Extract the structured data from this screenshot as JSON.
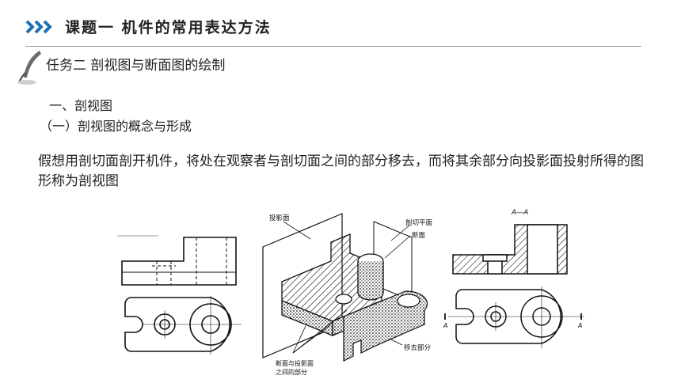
{
  "header": {
    "title": "课题一    机件的常用表达方法"
  },
  "task": {
    "title": "任务二   剖视图与断面图的绘制"
  },
  "section": {
    "heading": "一、剖视图",
    "subheading": "（一）剖视图的概念与形成"
  },
  "body": {
    "paragraph": "假想用剖切面剖开机件，将处在观察者与剖切面之间的部分移去，而将其余部分向投影面投射所得的图形称为剖视图"
  },
  "figure_center": {
    "label_projection_plane": "投影面",
    "label_cutting_plane": "剖切平面",
    "label_section": "断面",
    "label_removed_part": "移去部分",
    "label_between_line1": "断面与投影面",
    "label_between_line2": "之间的部分"
  },
  "figure_right": {
    "section_title": "A—A",
    "mark_left": "A",
    "mark_right": "A"
  },
  "colors": {
    "accent_blue": "#1f6fb2",
    "rule_gray": "#9a9a9a"
  }
}
